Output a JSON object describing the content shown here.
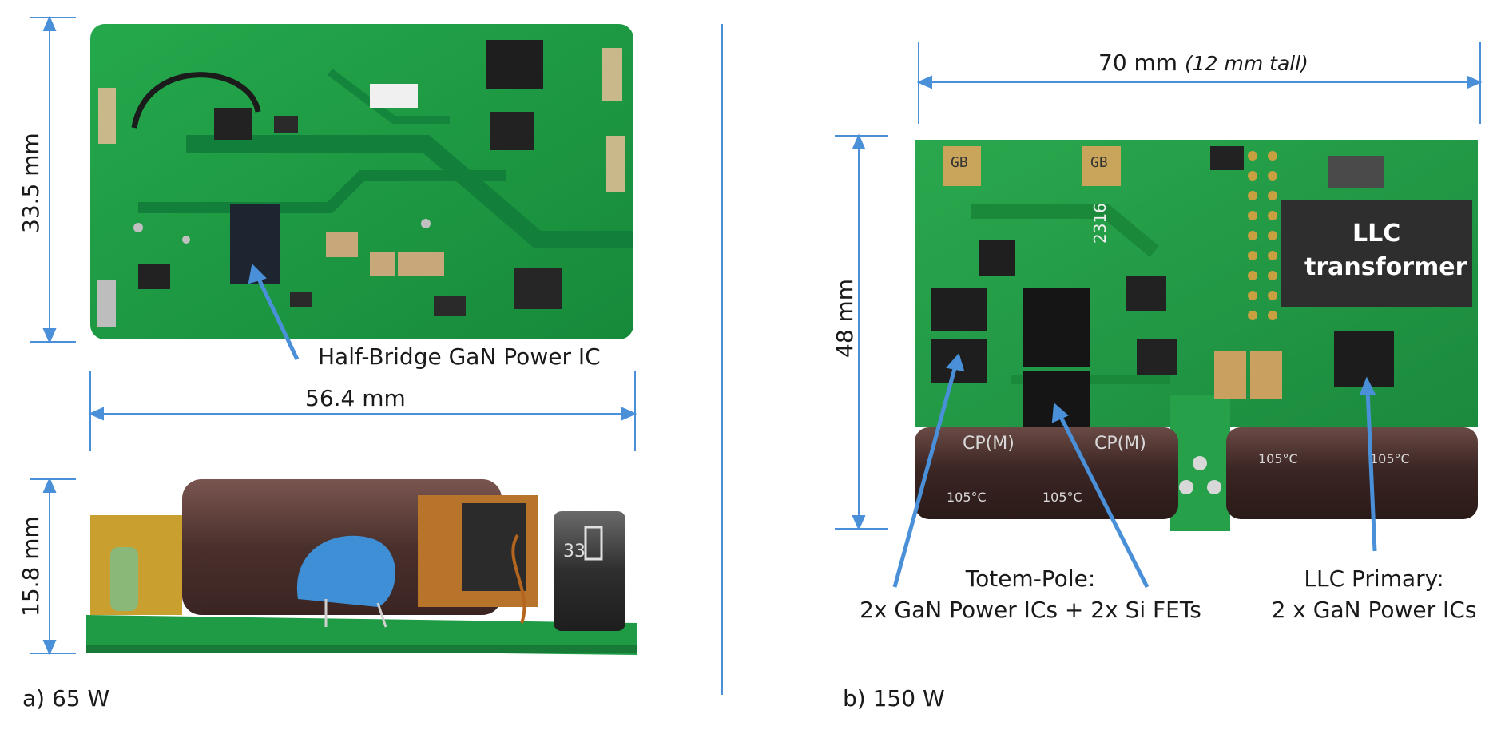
{
  "panel_a": {
    "caption": "a) 65 W",
    "dim_height_top": "33.5 mm",
    "dim_width": "56.4 mm",
    "dim_height_side": "15.8 mm",
    "callout": "Half-Bridge GaN Power IC",
    "capacitor_marking": "33",
    "colors": {
      "pcb": "#1f9a45",
      "capacitor": "#5a3a35",
      "y_cap": "#3f8fd6"
    }
  },
  "panel_b": {
    "caption": "b) 150 W",
    "dim_width": "70 mm",
    "dim_width_note": "(12 mm tall)",
    "dim_height": "48 mm",
    "transformer_label_line1": "LLC",
    "transformer_label_line2": "transformer",
    "callout_totem_line1": "Totem-Pole:",
    "callout_totem_line2": "2x GaN Power ICs + 2x Si FETs",
    "callout_llc_line1": "LLC Primary:",
    "callout_llc_line2": "2 x GaN Power ICs",
    "board_marking": "2316",
    "inductor_marking": "GB",
    "capacitor_marking": "CP(M)",
    "capacitor_rating": "105°C",
    "colors": {
      "pcb": "#27a04a",
      "capacitor": "#3b2624",
      "transformer": "#2e2e2e"
    }
  },
  "colors": {
    "dimension_line": "#4a90d9",
    "divider": "#4a90d9"
  }
}
